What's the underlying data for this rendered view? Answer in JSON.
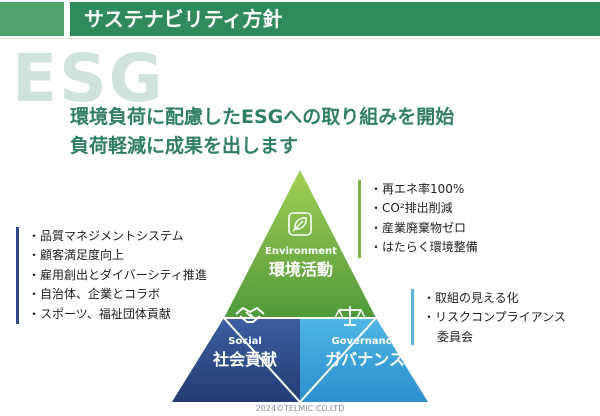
{
  "header": {
    "title": "サステナビリティ方針"
  },
  "watermark": "ESG",
  "lead": {
    "line1": "環境負荷に配慮したESGへの取り組みを開始",
    "line2": "負荷軽減に成果を出します"
  },
  "pillars": {
    "environment": {
      "name_en": "Environment",
      "name_jp": "環境活動",
      "icon": "leaf-icon",
      "color": "#7cb342",
      "items": [
        "再エネ率100%",
        "CO²排出削減",
        "産業廃棄物ゼロ",
        "はたらく環境整備"
      ]
    },
    "social": {
      "name_en": "Social",
      "name_jp": "社会貢献",
      "icon": "handshake-icon",
      "color": "#2d4a86",
      "items": [
        "品質マネジメントシステム",
        "顧客満足度向上",
        "雇用創出とダイバーシティ推進",
        "自治体、企業とコラボ",
        "スポーツ、福祉団体貢献"
      ]
    },
    "governance": {
      "name_en": "Governance",
      "name_jp": "ガバナンス",
      "icon": "scales-icon",
      "color": "#5bb3de",
      "items": [
        "取組の見える化",
        "リスクコンプライアンス",
        "委員会"
      ]
    }
  },
  "footer": "2024©TELMIC CO.LTD"
}
